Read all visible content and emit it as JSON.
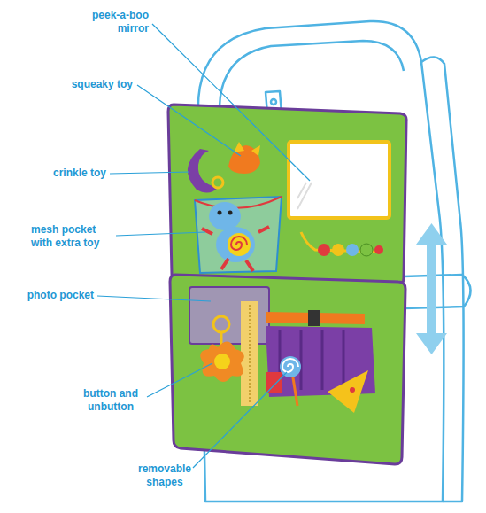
{
  "diagram": {
    "labels": [
      "peek-a-boo mirror",
      "squeaky toy",
      "crinkle toy",
      "mesh pocket with extra toy",
      "photo pocket",
      "button and unbutton",
      "removable shapes"
    ]
  }
}
